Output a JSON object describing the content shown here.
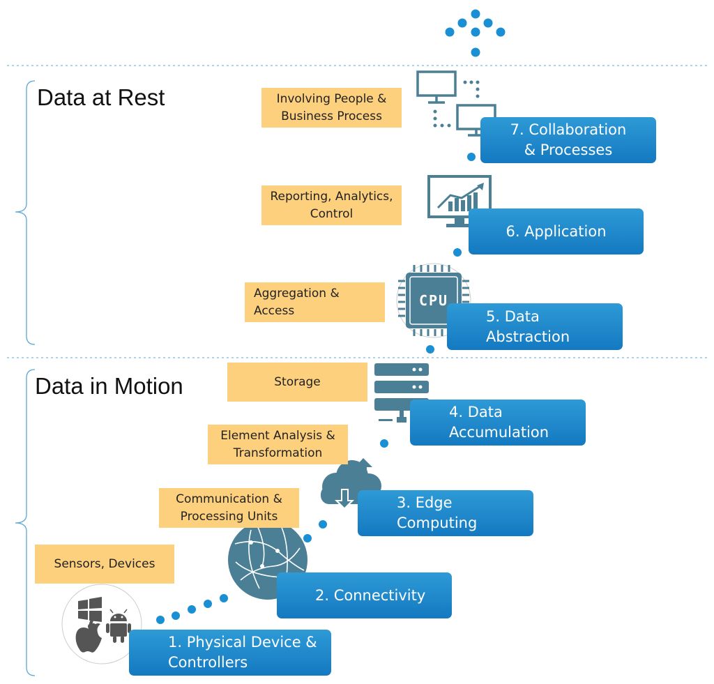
{
  "sections": {
    "rest_title": "Data at Rest",
    "motion_title": "Data in Motion"
  },
  "tags": {
    "t7": "Involving People &\nBusiness Process",
    "t6": "Reporting, Analytics,\nControl",
    "t5": "Aggregation &\nAccess",
    "t4": "Storage",
    "t3": "Element Analysis &\nTransformation",
    "t2": "Communication &\nProcessing Units",
    "t1": "Sensors, Devices"
  },
  "layers": {
    "l7": "7. Collaboration\n& Processes",
    "l6": "6. Application",
    "l5": "5. Data\nAbstraction",
    "l4": "4. Data\nAccumulation",
    "l3": "3. Edge\nComputing",
    "l2": "2. Connectivity",
    "l1": "1. Physical Device &\nControllers"
  },
  "icons": {
    "cpu_label": "CPU",
    "names": [
      "arrow-up-dots-icon",
      "monitors-network-icon",
      "chart-monitor-icon",
      "cpu-chip-icon",
      "server-rack-icon",
      "cloud-sync-icon",
      "globe-network-icon",
      "os-logos-icon"
    ]
  },
  "colors": {
    "tag_bg": "#fdd07e",
    "layer_blue": "#1a84c8",
    "icon_teal": "#4a7f95",
    "dot_blue": "#1b8fd3",
    "bracket_blue": "#5aa7d6"
  }
}
